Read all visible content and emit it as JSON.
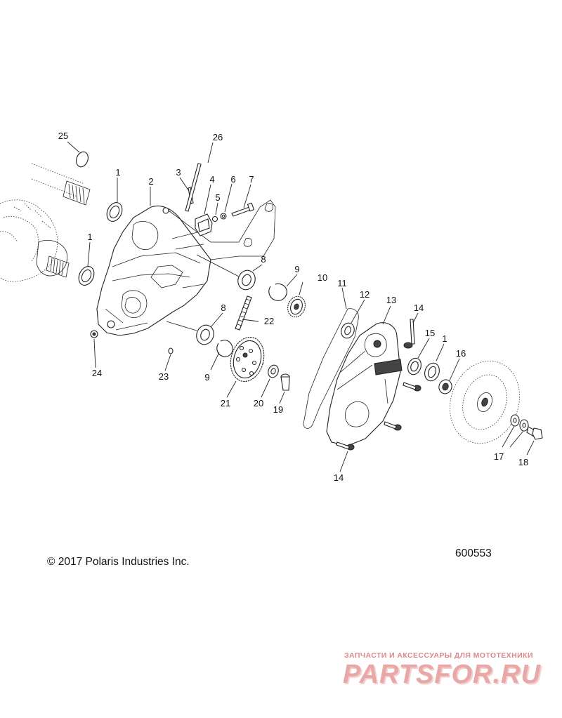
{
  "callouts": [
    "25",
    "1",
    "2",
    "3",
    "26",
    "4",
    "5",
    "6",
    "7",
    "1",
    "8",
    "9",
    "10",
    "11",
    "12",
    "13",
    "14",
    "15",
    "1",
    "16",
    "22",
    "8",
    "9",
    "24",
    "23",
    "21",
    "20",
    "19",
    "17",
    "18",
    "14"
  ],
  "footer": {
    "copyright": "© 2017 Polaris Industries Inc.",
    "figure_id": "600553"
  },
  "watermark": {
    "tagline": "ЗАПЧАСТИ И АКСЕССУАРЫ ДЛЯ МОТОТЕХНИКИ",
    "logo": "PARTSFOR.RU"
  }
}
